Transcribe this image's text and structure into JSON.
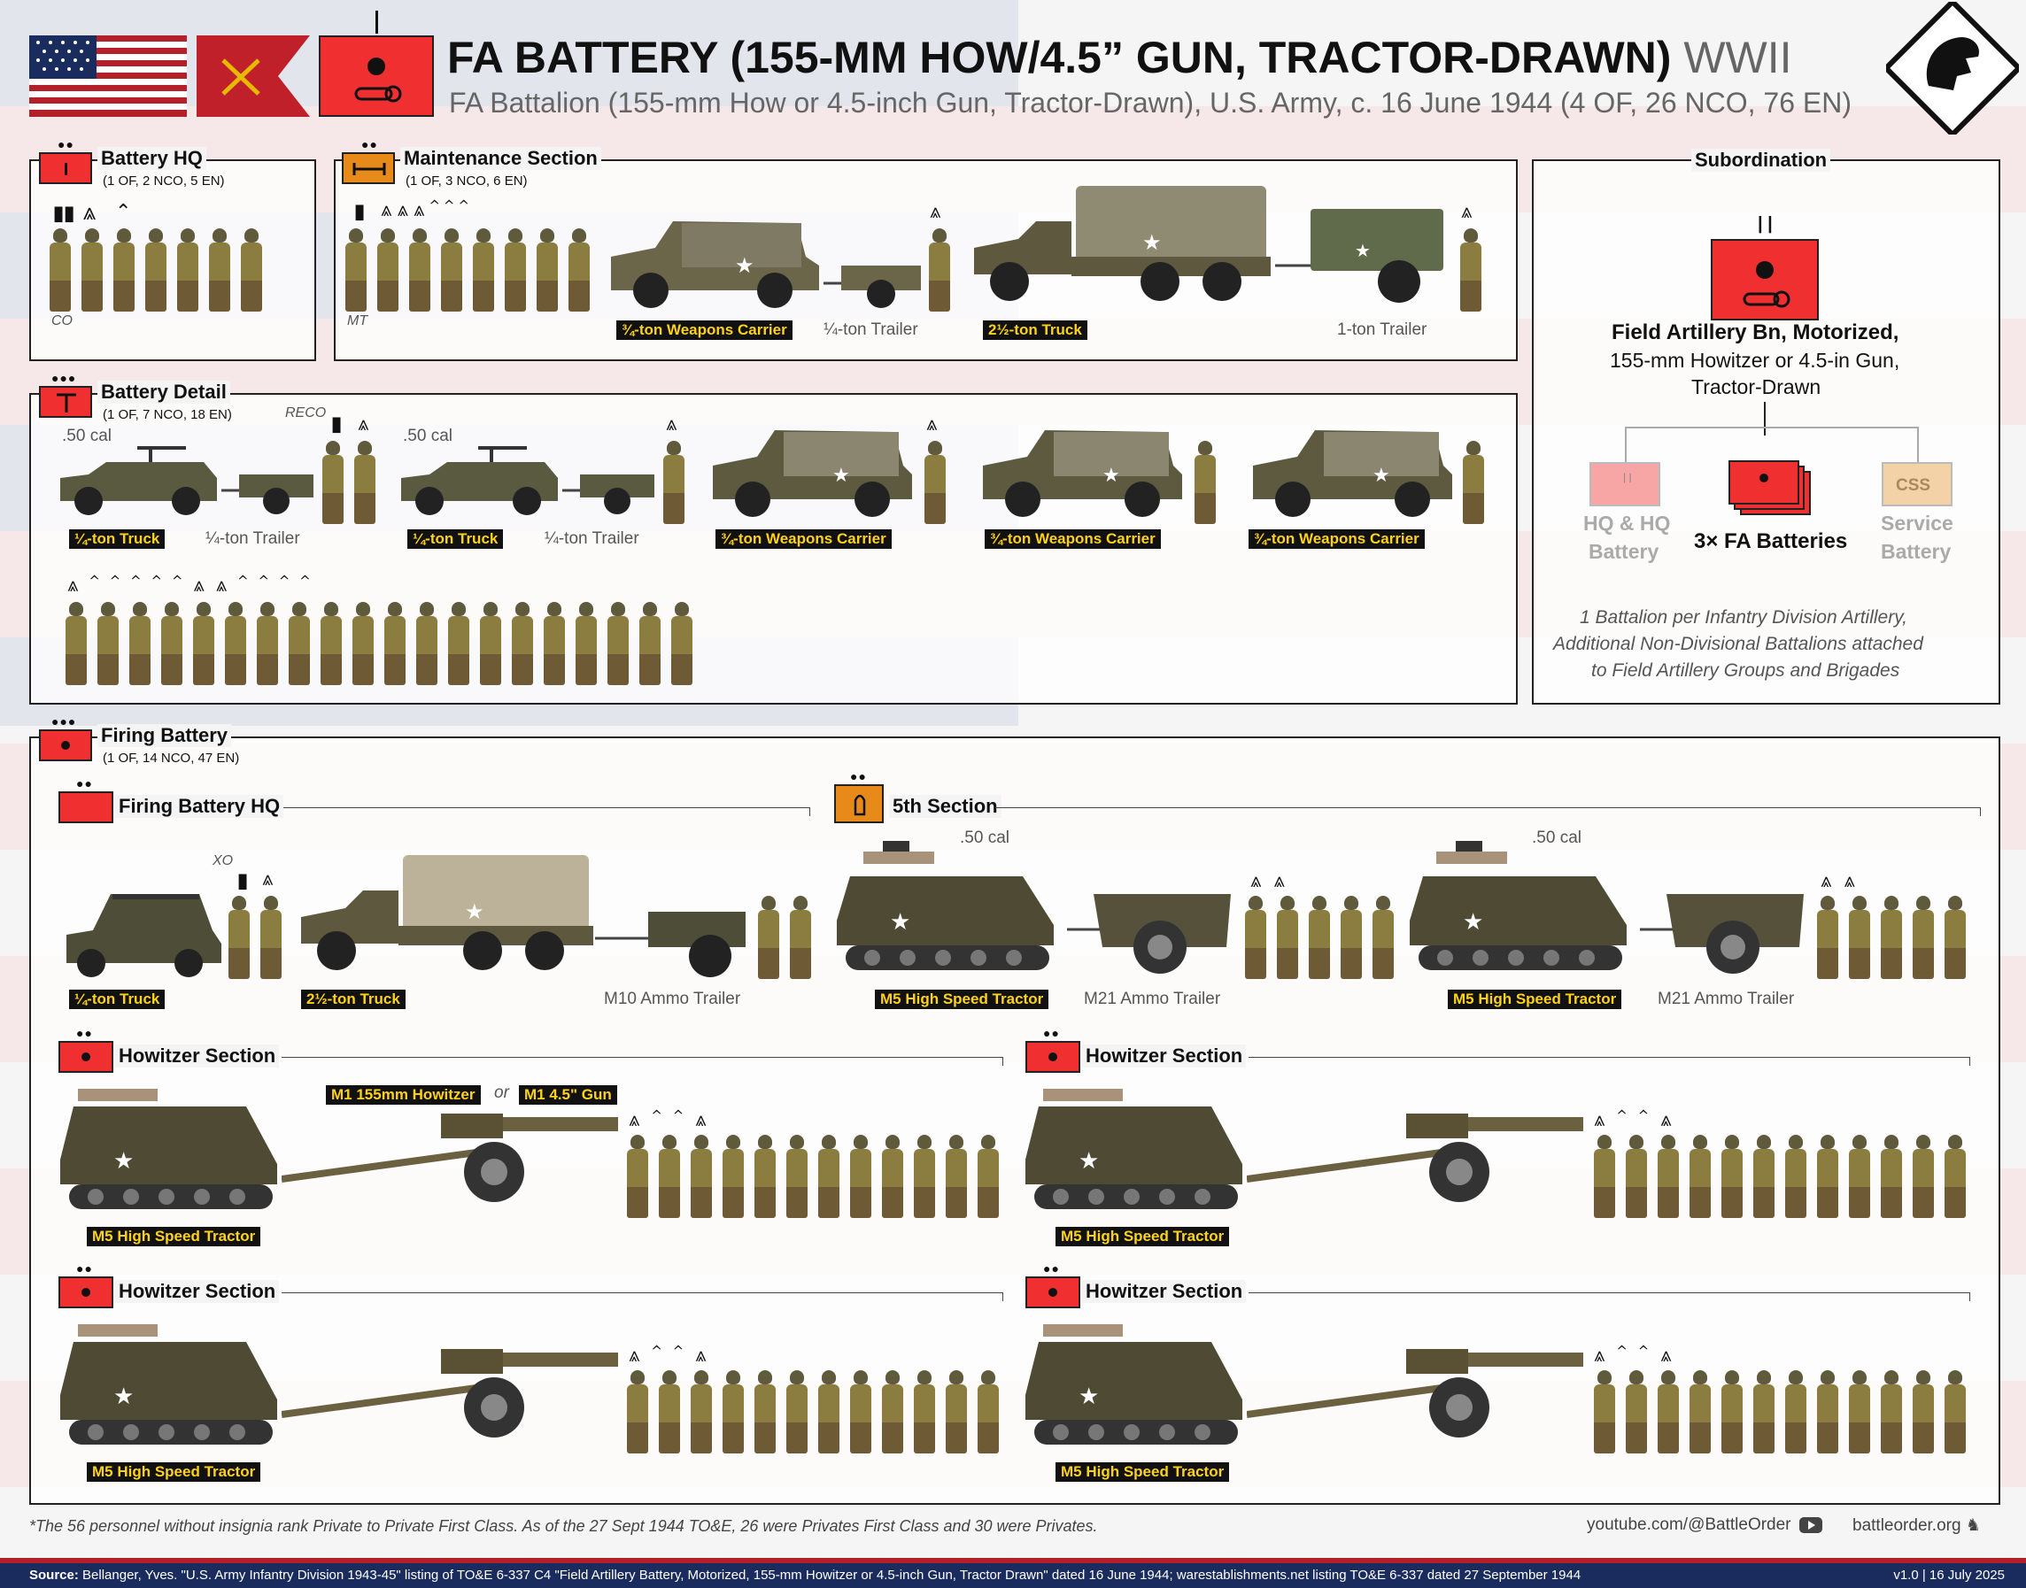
{
  "header": {
    "title": "FA BATTERY (155-MM HOW/4.5” GUN, TRACTOR-DRAWN)",
    "title_suffix": "WWII",
    "subtitle": "FA Battalion (155-mm How or 4.5-inch Gun, Tractor-Drawn), U.S. Army, c. 16 June 1944 (4 OF, 26 NCO, 76 EN)"
  },
  "battery_hq": {
    "title": "Battery HQ",
    "strength": "(1 OF, 2 NCO, 5 EN)",
    "role": "CO"
  },
  "maintenance": {
    "title": "Maintenance Section",
    "strength": "(1 OF, 3 NCO, 6 EN)",
    "role": "MT",
    "vehicles": [
      "¾-ton Weapons Carrier",
      "2½-ton Truck"
    ],
    "trailers": [
      "¼-ton Trailer",
      "1-ton Trailer"
    ]
  },
  "battery_detail": {
    "title": "Battery Detail",
    "strength": "(1 OF, 7 NCO, 18 EN)",
    "role": "RECO",
    "mg": ".50 cal",
    "truck": "¼-ton Truck",
    "trailer": "¼-ton Trailer",
    "carrier": "¾-ton Weapons Carrier"
  },
  "subordination": {
    "title": "Subordination",
    "bn_name": "Field Artillery Bn, Motorized,",
    "bn_line2": "155-mm Howitzer or 4.5-in Gun,",
    "bn_line3": "Tractor-Drawn",
    "hq_label1": "HQ & HQ",
    "hq_label2": "Battery",
    "fa_label": "3× FA Batteries",
    "css_label1": "Service",
    "css_label2": "Battery",
    "css_sym": "CSS",
    "note1": "1 Battalion per Infantry Division Artillery,",
    "note2": "Additional Non-Divisional Battalions attached",
    "note3": "to Field Artillery Groups and Brigades"
  },
  "firing_battery": {
    "title": "Firing Battery",
    "strength": "(1 OF, 14 NCO, 47 EN)",
    "hq_title": "Firing Battery HQ",
    "fifth_title": "5th Section",
    "xo": "XO",
    "truck": "¼-ton Truck",
    "truck2": "2½-ton Truck",
    "m10": "M10 Ammo Trailer",
    "m5": "M5 High Speed Tractor",
    "m21": "M21 Ammo Trailer",
    "mg": ".50 cal",
    "how_title": "Howitzer Section",
    "how": "M1 155mm Howitzer",
    "or": "or",
    "gun": "M1 4.5\" Gun"
  },
  "footer": {
    "note": "*The 56 personnel without insignia rank Private to Private First Class. As of the 27 Sept 1944 TO&E, 26 were Privates First Class and 30 were Privates.",
    "youtube": "youtube.com/@BattleOrder",
    "site": "battleorder.org",
    "source_label": "Source:",
    "source": "Bellanger, Yves. \"U.S. Army Infantry Division 1943-45\" listing of TO&E 6-337 C4 \"Field Artillery Battery, Motorized, 155-mm Howitzer or 4.5-inch Gun, Tractor Drawn\" dated 16 June 1944; warestablishments.net listing TO&E 6-337 dated 27 September 1944",
    "version": "v1.0 | 16 July 2025"
  },
  "colors": {
    "unit_red": "#f03030",
    "maint_orange": "#e88a1a",
    "label_yellow": "#ffd21a",
    "navy": "#1a2b5e"
  }
}
